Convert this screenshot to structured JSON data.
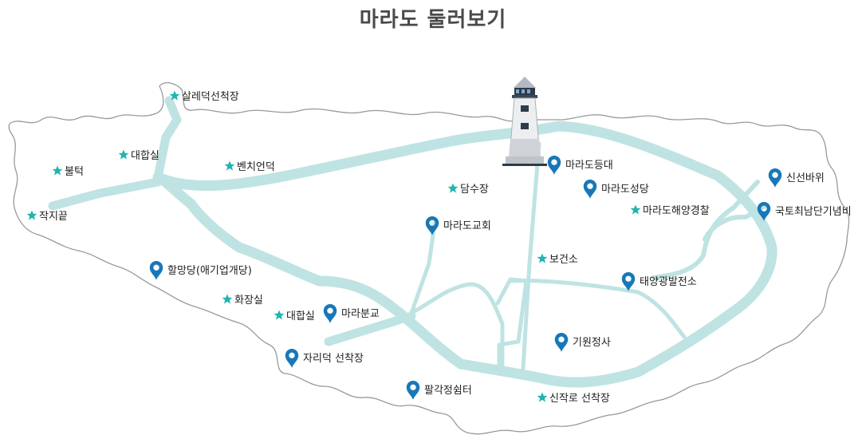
{
  "title": "마라도 둘러보기",
  "colors": {
    "road": "#bfe3e3",
    "star": "#1fb5b0",
    "pin": "#1778b8",
    "coast": "#999999",
    "lighthouse_dark": "#2d3b4a"
  },
  "icons": {
    "pin": "location-pin-icon",
    "star": "star-icon",
    "lighthouse": "lighthouse-icon"
  },
  "places": [
    {
      "label": "살레덕선척장",
      "icon": "star"
    },
    {
      "label": "대합실",
      "icon": "star"
    },
    {
      "label": "불턱",
      "icon": "star"
    },
    {
      "label": "벤치언덕",
      "icon": "star"
    },
    {
      "label": "작지끝",
      "icon": "star"
    },
    {
      "label": "담수장",
      "icon": "star"
    },
    {
      "label": "마라도해양경찰",
      "icon": "star"
    },
    {
      "label": "보건소",
      "icon": "star"
    },
    {
      "label": "화장실",
      "icon": "star"
    },
    {
      "label": "대합실",
      "icon": "star"
    },
    {
      "label": "신작로 선착장",
      "icon": "star"
    },
    {
      "label": "마라도등대",
      "icon": "pin"
    },
    {
      "label": "마라도성당",
      "icon": "pin"
    },
    {
      "label": "신선바위",
      "icon": "pin"
    },
    {
      "label": "국토최남단기념비",
      "icon": "pin"
    },
    {
      "label": "마라도교회",
      "icon": "pin"
    },
    {
      "label": "할망당(애기업개당)",
      "icon": "pin"
    },
    {
      "label": "태양광발전소",
      "icon": "pin"
    },
    {
      "label": "마라분교",
      "icon": "pin"
    },
    {
      "label": "기원정사",
      "icon": "pin"
    },
    {
      "label": "자리덕 선착장",
      "icon": "pin"
    },
    {
      "label": "팔각정쉼터",
      "icon": "pin"
    }
  ]
}
